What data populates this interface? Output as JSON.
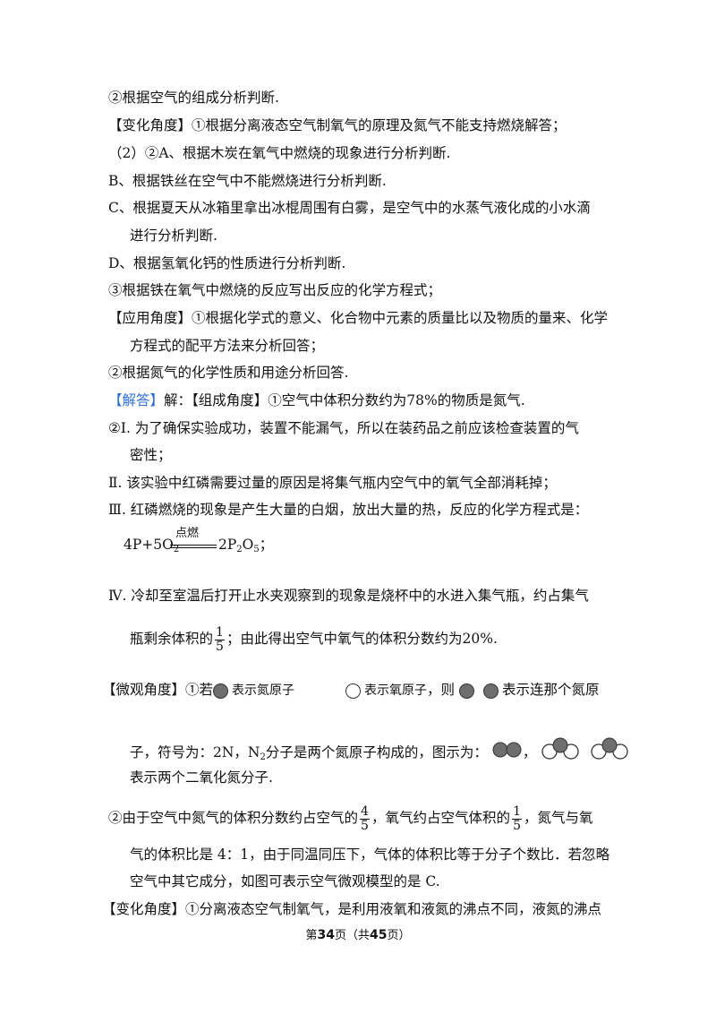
{
  "lines": {
    "l1": "②根据空气的组成分析判断.",
    "l2": "【变化角度】①根据分离液态空气制氧气的原理及氮气不能支持燃烧解答；",
    "l3": "（2）②A、根据木炭在氧气中燃烧的现象进行分析判断.",
    "l4": "B、根据铁丝在空气中不能燃烧进行分析判断.",
    "l5": "C、根据夏天从冰箱里拿出冰棍周围有白雾，是空气中的水蒸气液化成的小水滴",
    "l6": "进行分析判断.",
    "l7": "D、根据氢氧化钙的性质进行分析判断.",
    "l8": "③根据铁在氧气中燃烧的反应写出反应的化学方程式；",
    "l9": "【应用角度】①根据化学式的意义、化合物中元素的质量比以及物质的量来、化学",
    "l10": "方程式的配平方法来分析回答；",
    "l11": "②根据氮气的化学性质和用途分析回答.",
    "l12_tag": "【解答】",
    "l12_rest": "解：【组成角度】①空气中体积分数约为78%的物质是氮气.",
    "l13": "②Ⅰ. 为了确保实验成功，装置不能漏气，所以在装药品之前应该检查装置的气",
    "l14": "密性；",
    "l15": "Ⅱ. 该实验中红磷需要过量的原因是将集气瓶内空气中的氧气全部消耗掉；",
    "l16": "Ⅲ. 红磷燃烧的现象是产生大量的白烟，放出大量的热，反应的化学方程式是：",
    "l18": "Ⅳ. 冷却至室温后打开止水夹观察到的现象是烧杯中的水进入集气瓶，约占集气",
    "l19a": "瓶剩余体积的",
    "l19b": "；由此得出空气中氧气的体积分数约为20%.",
    "l20a": "【微观角度】①若",
    "l20b": "，则",
    "l20c": "表示连那个氮原",
    "l21a": "子，符号为：2N，N",
    "l21b": "2",
    "l21c": "分子是两个氮原子构成的，图示为：",
    "l21d": "，",
    "l22": "表示两个二氧化氮分子.",
    "l23a": "②由于空气中氮气的体积分数约占空气的",
    "l23b": "，氧气约占空气体积的",
    "l23c": "，氮气与氧",
    "l24": "气的体积比是 4：1，由于同温同压下，气体的体积比等于分子个数比．若忽略",
    "l25": "空气中其它成分，如图可表示空气微观模型的是 C.",
    "l26": "【变化角度】①分离液态空气制氧气，是利用液氧和液氮的沸点不同，液氮的沸点"
  },
  "equation": {
    "left": "4P+5O",
    "left_sub": "2",
    "condition": "点燃",
    "right": "2P",
    "right_sub1": "2",
    "right_mid": "O",
    "right_sub2": "5",
    "end": "；"
  },
  "legend": {
    "nitrogen": "表示氮原子",
    "oxygen": "表示氧原子"
  },
  "fractions": {
    "one_fifth": {
      "num": "1",
      "den": "5"
    },
    "four_fifths": {
      "num": "4",
      "den": "5"
    }
  },
  "footer": {
    "prefix": "第",
    "page": "34",
    "mid": "页（共",
    "total": "45",
    "suffix": "页）"
  },
  "colors": {
    "answer_tag": "#2f6fd6",
    "nitrogen_ball": "#6e6e6e"
  }
}
